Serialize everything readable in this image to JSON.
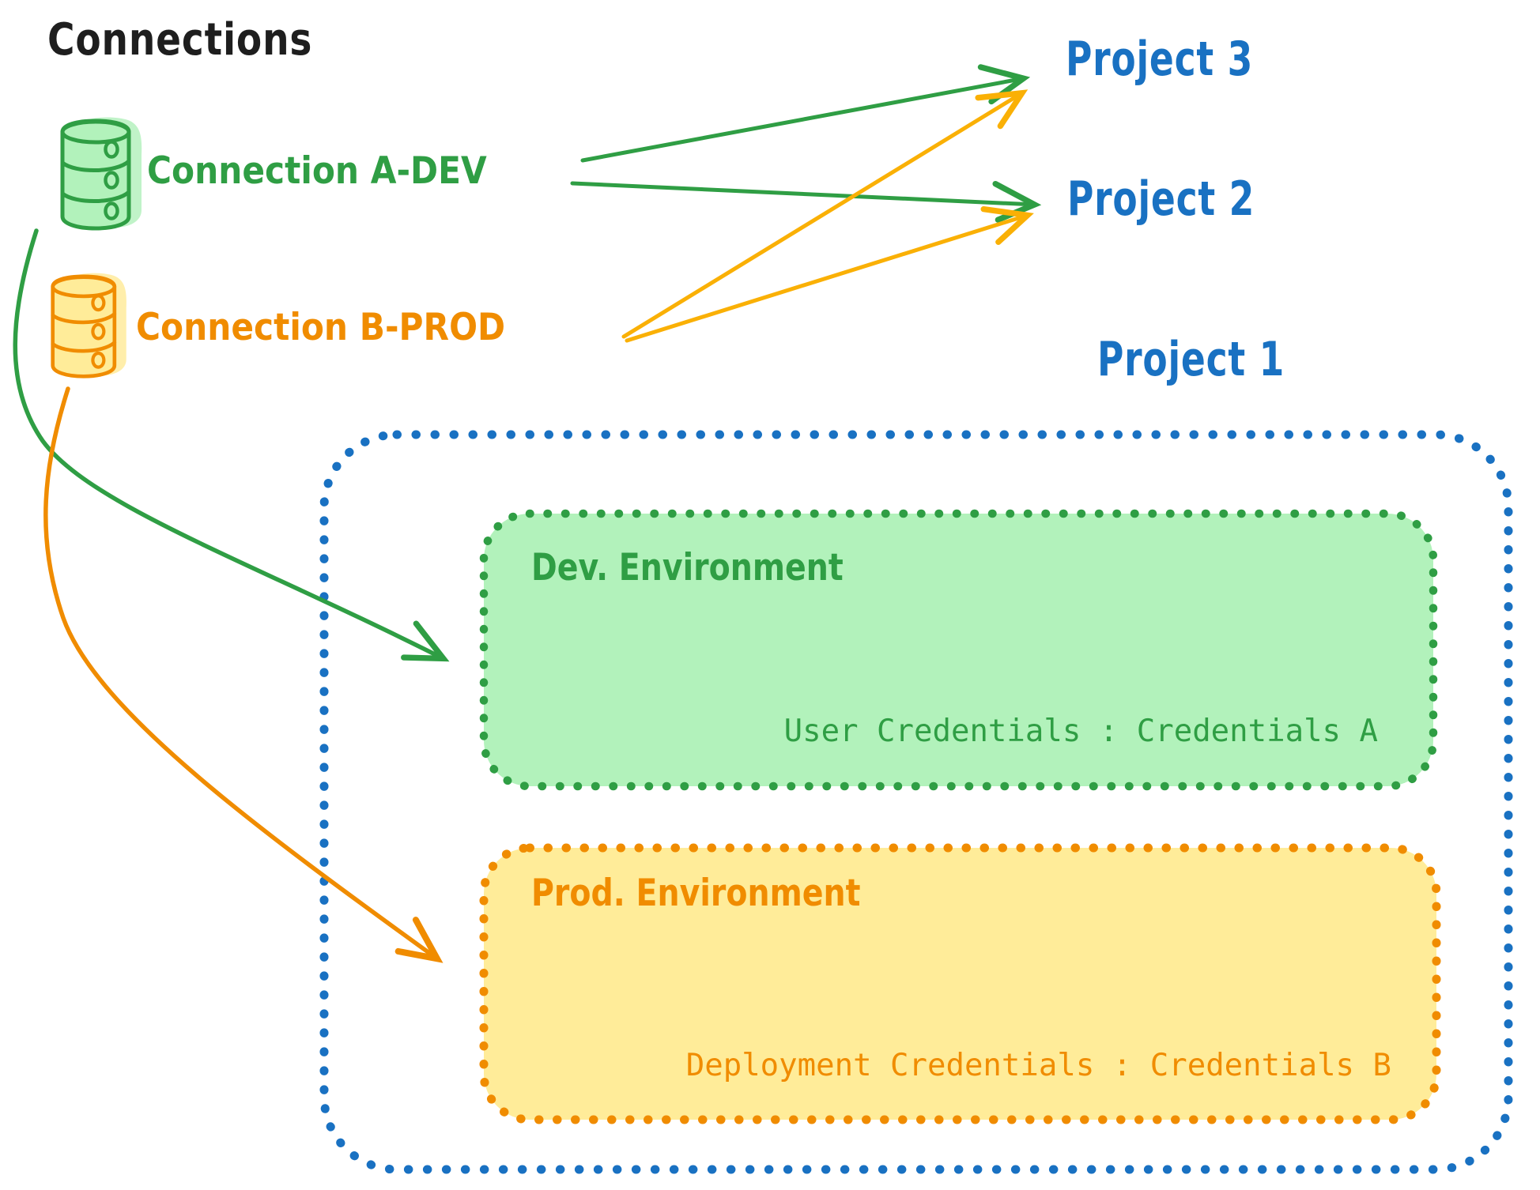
{
  "title": "Connections",
  "connections": [
    {
      "label": "Connection A-DEV",
      "color": "#2f9e44",
      "icon": "database-icon"
    },
    {
      "label": "Connection B-PROD",
      "color": "#f08c00",
      "icon": "database-icon"
    }
  ],
  "projects": [
    {
      "label": "Project 3"
    },
    {
      "label": "Project 2"
    },
    {
      "label": "Project 1"
    }
  ],
  "project1_detail": {
    "environments": [
      {
        "name": "Dev. Environment",
        "credentials": "User Credentials : Credentials A"
      },
      {
        "name": "Prod. Environment",
        "credentials": "Deployment Credentials : Credentials B"
      }
    ]
  },
  "edges": [
    {
      "from": "Connection A-DEV",
      "to": "Project 3",
      "style": "straight",
      "color": "#2f9e44"
    },
    {
      "from": "Connection A-DEV",
      "to": "Project 2",
      "style": "straight",
      "color": "#2f9e44"
    },
    {
      "from": "Connection B-PROD",
      "to": "Project 3",
      "style": "straight",
      "color": "#fab005"
    },
    {
      "from": "Connection B-PROD",
      "to": "Project 2",
      "style": "straight",
      "color": "#fab005"
    },
    {
      "from": "Connection A-DEV",
      "to": "Project 1 / Dev. Environment",
      "style": "curved",
      "color": "#2f9e44"
    },
    {
      "from": "Connection B-PROD",
      "to": "Project 1 / Prod. Environment",
      "style": "curved",
      "color": "#f08c00"
    }
  ],
  "colors": {
    "ink": "#1e1e1e",
    "green": "#2f9e44",
    "green_fill": "#b2f2bb",
    "orange": "#f08c00",
    "orange_fill": "#ffec99",
    "amber_arrow": "#fab005",
    "blue": "#1971c2"
  }
}
